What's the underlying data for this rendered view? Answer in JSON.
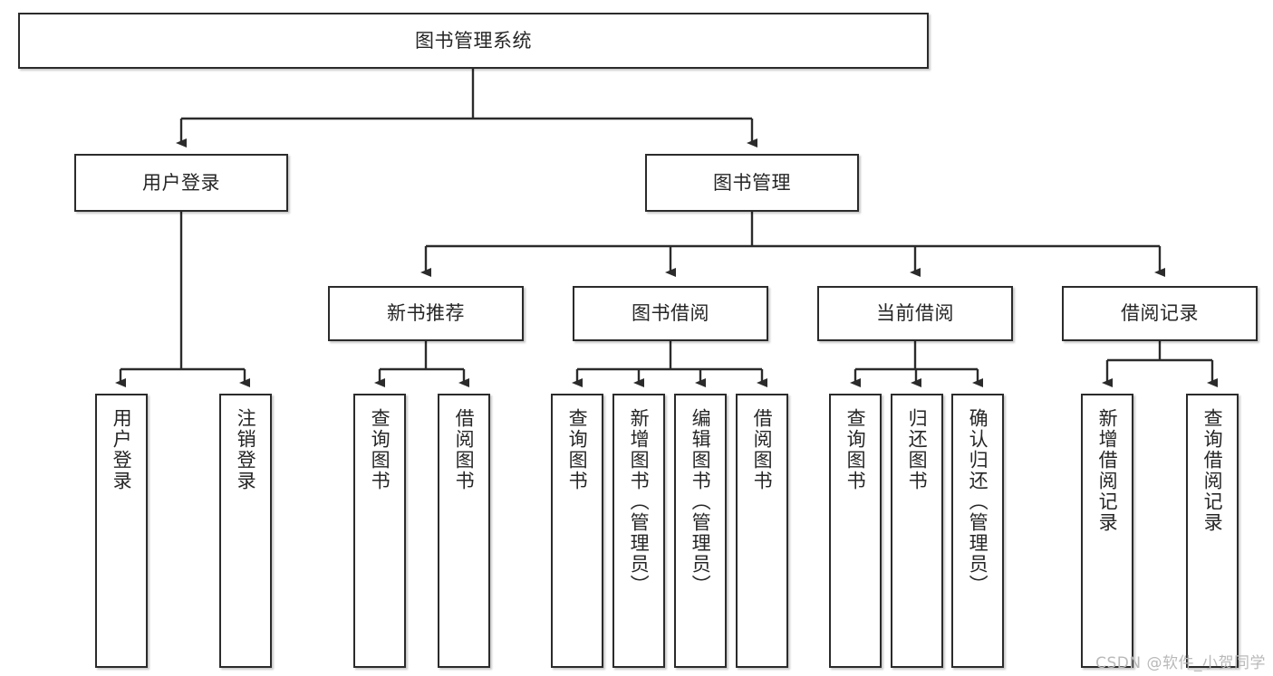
{
  "diagram": {
    "type": "tree",
    "title": "图书管理系统",
    "watermark": "CSDN @软件_小贺同学",
    "colors": {
      "box_stroke": "#2b2b2b",
      "box_fill": "#ffffff",
      "edge": "#2b2b2b",
      "text": "#262626",
      "watermark": "#b9b9b9"
    },
    "nodes": {
      "root": {
        "label": "图书管理系统"
      },
      "level2": [
        {
          "id": "user-login",
          "label": "用户登录"
        },
        {
          "id": "book-manage",
          "label": "图书管理"
        }
      ],
      "level3": [
        {
          "id": "new-book-rec",
          "label": "新书推荐"
        },
        {
          "id": "book-borrow",
          "label": "图书借阅"
        },
        {
          "id": "current-borrow",
          "label": "当前借阅"
        },
        {
          "id": "borrow-record",
          "label": "借阅记录"
        }
      ],
      "leaves": [
        {
          "id": "leaf-user-login",
          "label": "用户登录",
          "parent": "user-login"
        },
        {
          "id": "leaf-logout",
          "label": "注销登录",
          "parent": "user-login"
        },
        {
          "id": "leaf-query-book-1",
          "label": "查询图书",
          "parent": "new-book-rec"
        },
        {
          "id": "leaf-borrow-book-1",
          "label": "借阅图书",
          "parent": "new-book-rec"
        },
        {
          "id": "leaf-query-book-2",
          "label": "查询图书",
          "parent": "book-borrow"
        },
        {
          "id": "leaf-add-book",
          "label": "新增图书（管理员）",
          "parent": "book-borrow"
        },
        {
          "id": "leaf-edit-book",
          "label": "编辑图书（管理员）",
          "parent": "book-borrow"
        },
        {
          "id": "leaf-borrow-book-2",
          "label": "借阅图书",
          "parent": "book-borrow"
        },
        {
          "id": "leaf-query-book-3",
          "label": "查询图书",
          "parent": "current-borrow"
        },
        {
          "id": "leaf-return-book",
          "label": "归还图书",
          "parent": "current-borrow"
        },
        {
          "id": "leaf-confirm-return",
          "label": "确认归还（管理员）",
          "parent": "current-borrow"
        },
        {
          "id": "leaf-add-record",
          "label": "新增借阅记录",
          "parent": "borrow-record"
        },
        {
          "id": "leaf-query-record",
          "label": "查询借阅记录",
          "parent": "borrow-record"
        }
      ]
    }
  }
}
